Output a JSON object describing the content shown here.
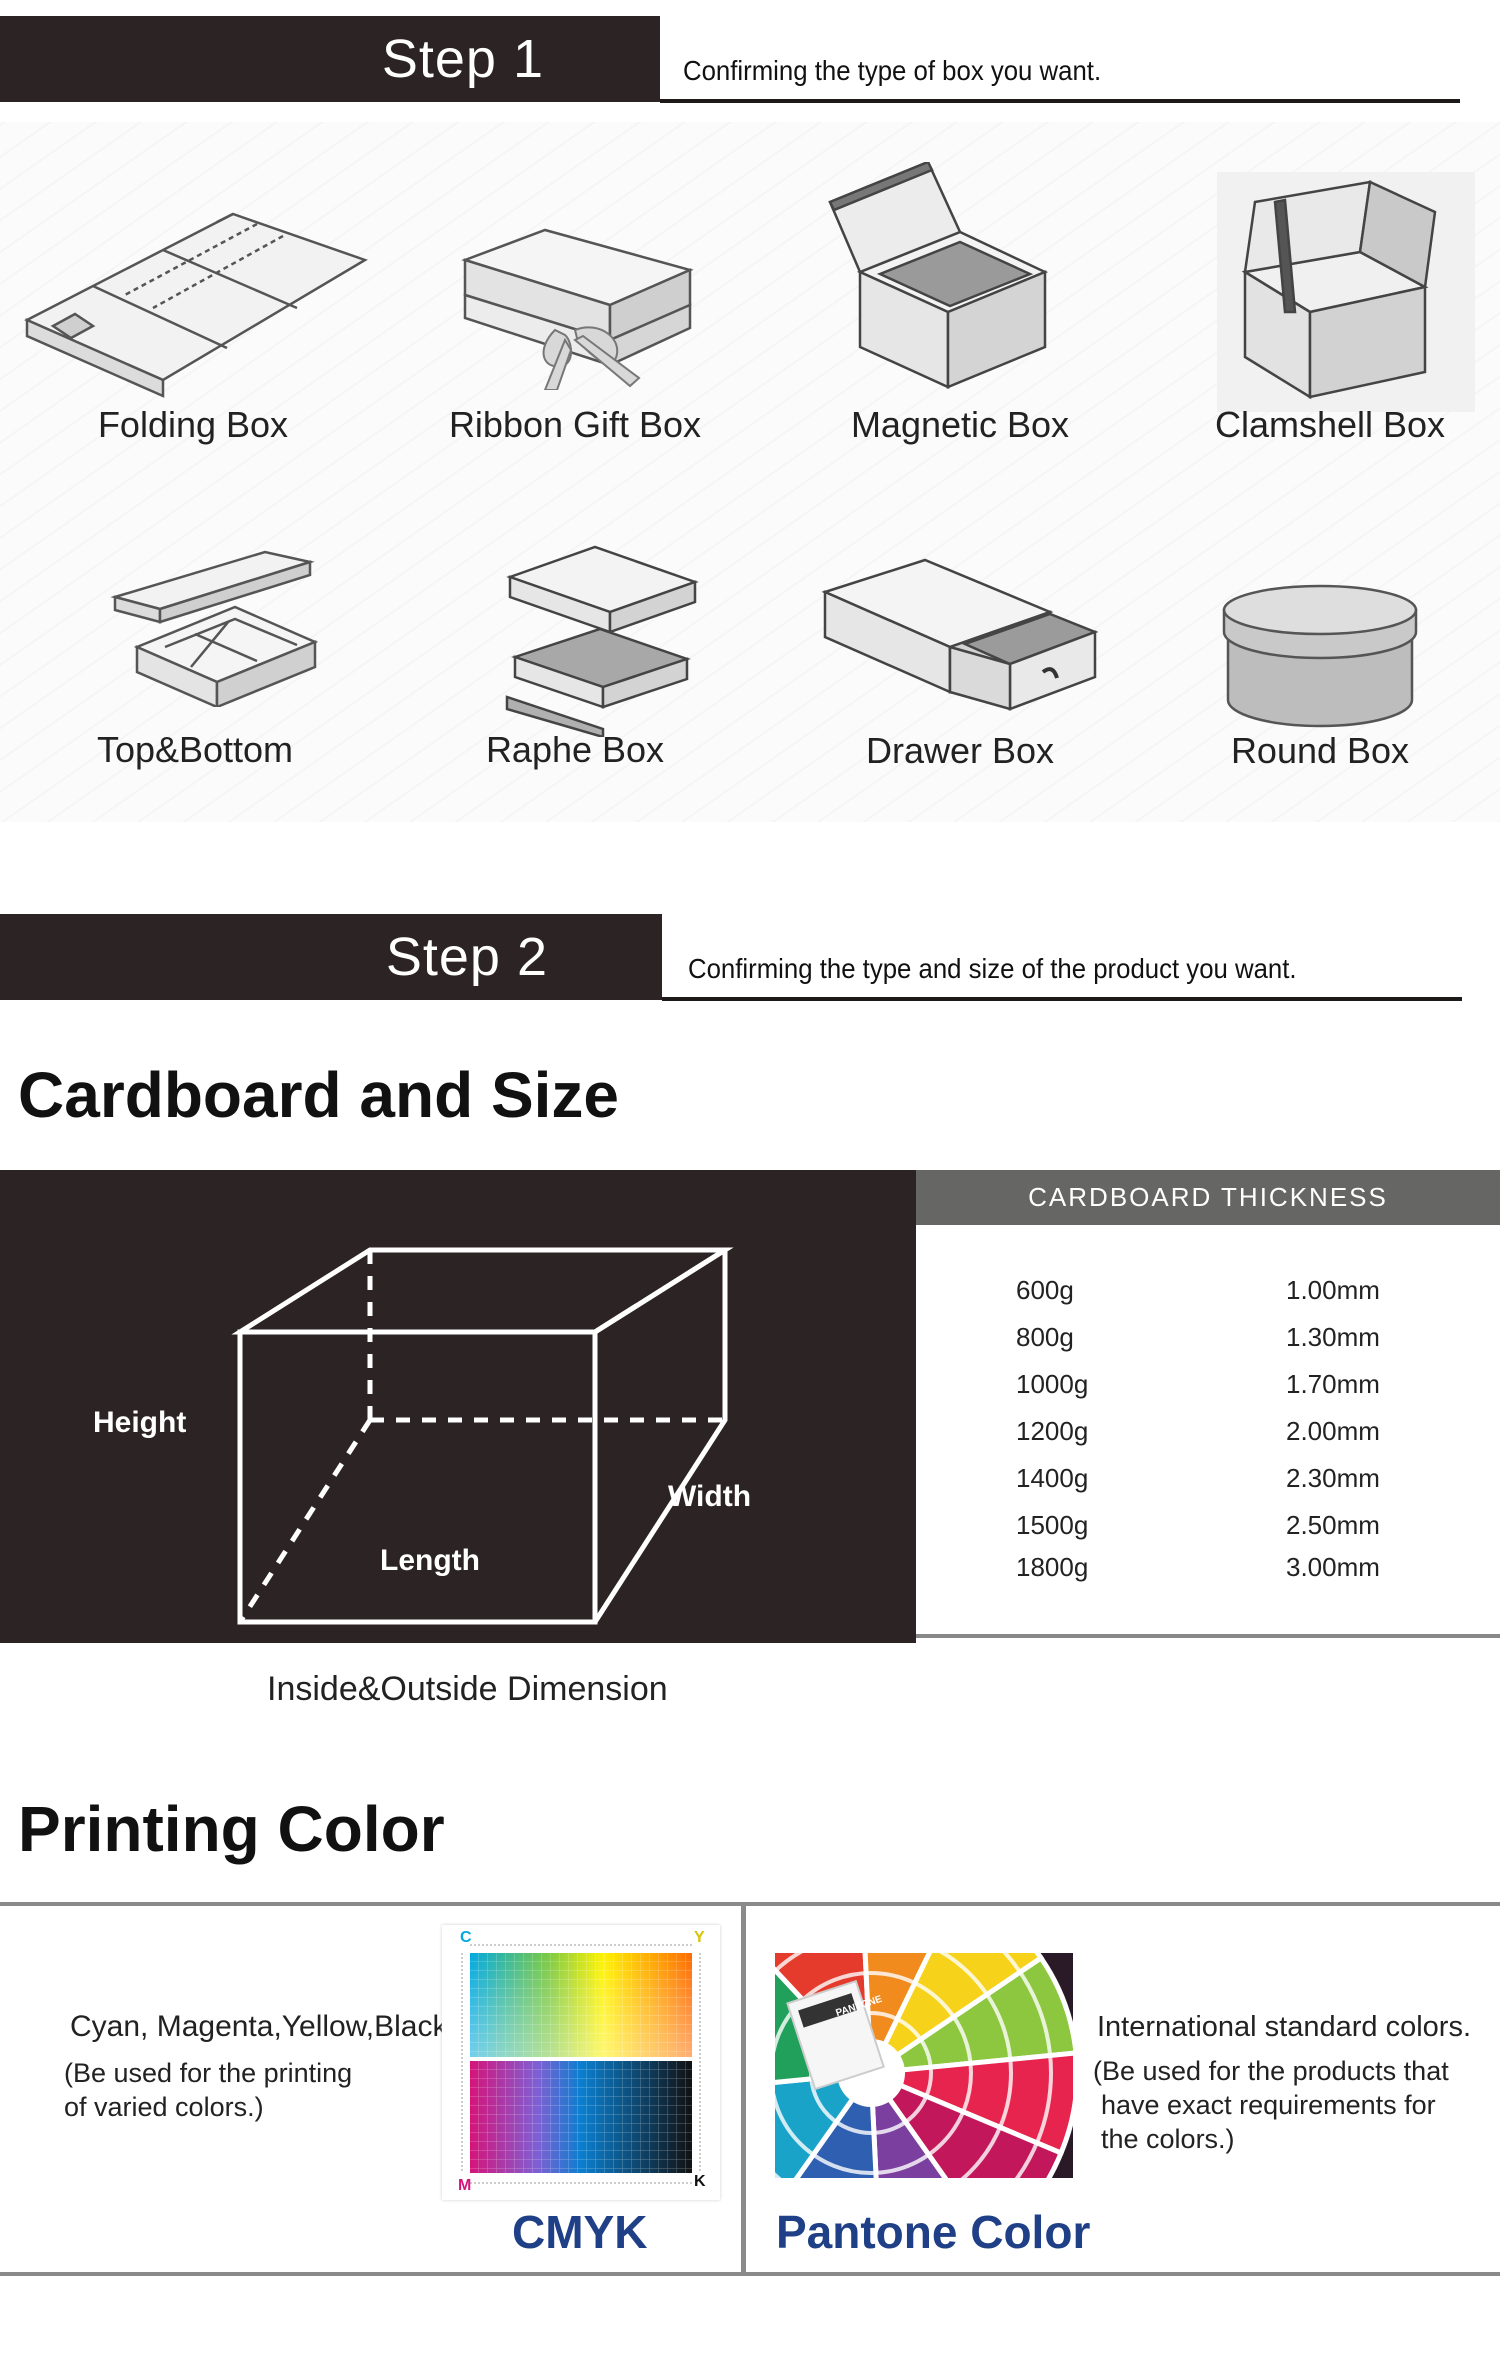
{
  "step1": {
    "title": "Step 1",
    "description": "Confirming the type of box you want."
  },
  "boxes": [
    {
      "label": "Folding Box",
      "icon": "folding-box-icon"
    },
    {
      "label": "Ribbon Gift Box",
      "icon": "ribbon-gift-box-icon"
    },
    {
      "label": "Magnetic Box",
      "icon": "magnetic-box-icon"
    },
    {
      "label": "Clamshell Box",
      "icon": "clamshell-box-icon"
    },
    {
      "label": "Top&Bottom",
      "icon": "top-bottom-box-icon"
    },
    {
      "label": "Raphe Box",
      "icon": "raphe-box-icon"
    },
    {
      "label": "Drawer Box",
      "icon": "drawer-box-icon"
    },
    {
      "label": "Round Box",
      "icon": "round-box-icon"
    }
  ],
  "step2": {
    "title": "Step 2",
    "description": "Confirming the type and size of the product you want."
  },
  "cardboard": {
    "title": "Cardboard and Size",
    "dimensions": {
      "height": "Height",
      "width": "Width",
      "length": "Length"
    },
    "caption": "Inside&Outside Dimension",
    "table_header": "CARDBOARD THICKNESS",
    "rows": [
      {
        "weight": "600g",
        "thickness": "1.00mm"
      },
      {
        "weight": "800g",
        "thickness": "1.30mm"
      },
      {
        "weight": "1000g",
        "thickness": "1.70mm"
      },
      {
        "weight": "1200g",
        "thickness": "2.00mm"
      },
      {
        "weight": "1400g",
        "thickness": "2.30mm"
      },
      {
        "weight": "1500g",
        "thickness": "2.50mm"
      },
      {
        "weight": "1800g",
        "thickness": "3.00mm"
      }
    ]
  },
  "printing": {
    "title": "Printing Color",
    "cmyk": {
      "line1": "Cyan, Magenta,Yellow,Black",
      "line2": "(Be used for the printing",
      "line3": "of varied colors.)",
      "name": "CMYK",
      "corner_c": "C",
      "corner_y": "Y",
      "corner_m": "M",
      "corner_k": "K"
    },
    "pantone": {
      "line1": "International standard colors.",
      "line2": "(Be used for the products that",
      "line3": "have exact requirements for",
      "line4": "the colors.)",
      "name": "Pantone Color",
      "fan_label": "PANTONE"
    }
  },
  "colors": {
    "banner": "#2c2324",
    "accent_blue": "#1f3f86",
    "table_header": "#666665"
  }
}
